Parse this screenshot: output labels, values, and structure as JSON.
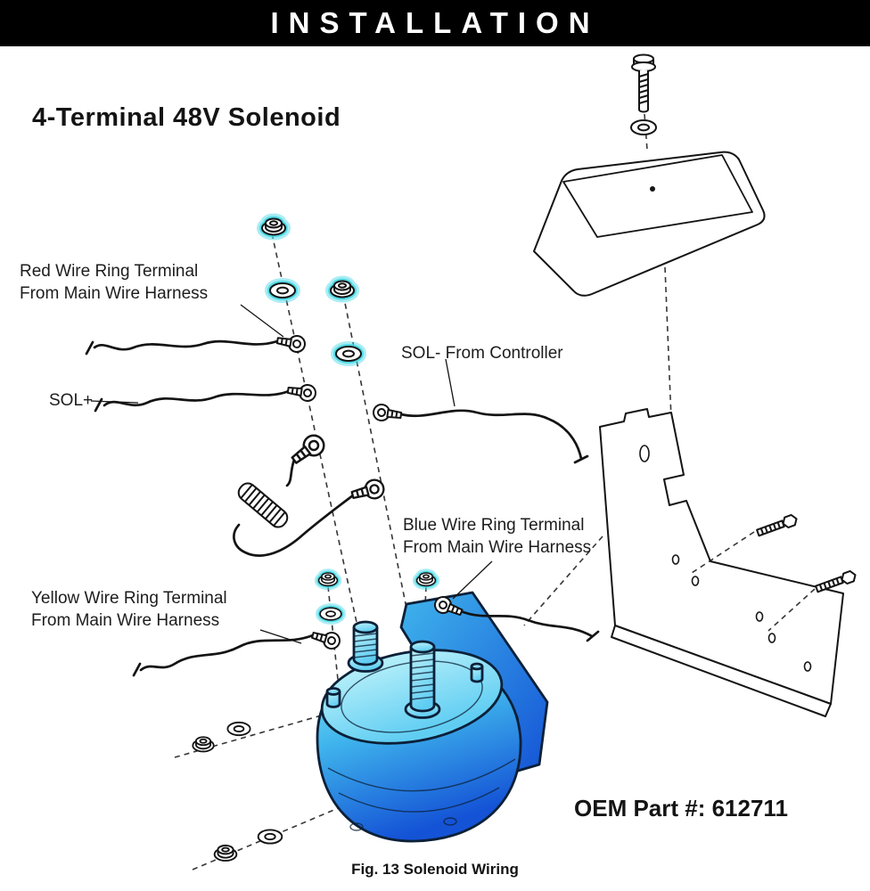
{
  "banner": {
    "title": "INSTALLATION"
  },
  "title": "4-Terminal 48V Solenoid",
  "labels": {
    "red_wire": "Red Wire Ring Terminal\nFrom Main Wire Harness",
    "sol_plus": "SOL+",
    "sol_minus": "SOL- From Controller",
    "blue_wire": "Blue Wire Ring Terminal\nFrom Main Wire Harness",
    "yellow_wire": "Yellow Wire Ring Terminal\nFrom Main Wire Harness",
    "oem_part": "OEM Part #: 612711",
    "caption": "Fig. 13  Solenoid Wiring"
  },
  "colors": {
    "ink": "#141414",
    "banner-bg": "#000000",
    "banner-text": "#ffffff",
    "highlight": "#45d8e6",
    "sol-light": "#8feef8",
    "sol-mid": "#3fb4ec",
    "sol-deep": "#1453d6",
    "cap-light": "#c2f4fb",
    "cap-mid": "#5fcdf2"
  }
}
